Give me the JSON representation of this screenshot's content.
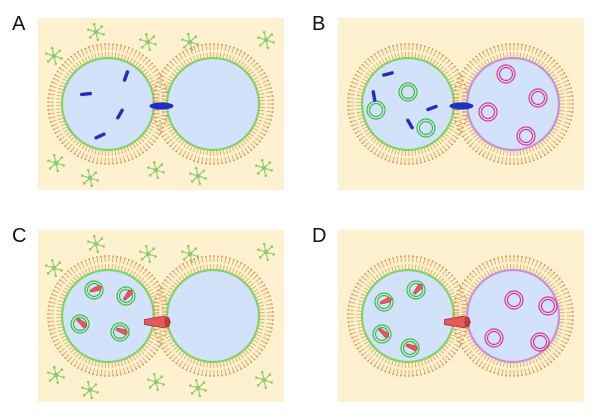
{
  "panels": [
    {
      "id": "A",
      "label": "A",
      "right_membrane": "green",
      "right_vesicles": "none",
      "channel": "blue",
      "micelles": true
    },
    {
      "id": "B",
      "label": "B",
      "right_membrane": "pink",
      "right_vesicles": "pink",
      "channel": "blue",
      "micelles": false
    },
    {
      "id": "C",
      "label": "C",
      "right_membrane": "green",
      "right_vesicles": "none",
      "channel": "red",
      "micelles": true
    },
    {
      "id": "D",
      "label": "D",
      "right_membrane": "pink",
      "right_vesicles": "pink",
      "channel": "red",
      "micelles": false
    }
  ],
  "colors": {
    "background": "#fdf1cf",
    "lumen": "#d3e2fb",
    "lipid_tail": "#e0a055",
    "lipid_head": "#d68a4a",
    "green_membrane": "#7ed36a",
    "pink_membrane": "#c98fd8",
    "blue_peptide": "#1d2fc4",
    "red_peptide": "#e35a5a",
    "green_vesicle": "#3bbf3b",
    "pink_vesicle": "#e0358e",
    "micelle": "#8ccc70",
    "label": "#111111"
  }
}
